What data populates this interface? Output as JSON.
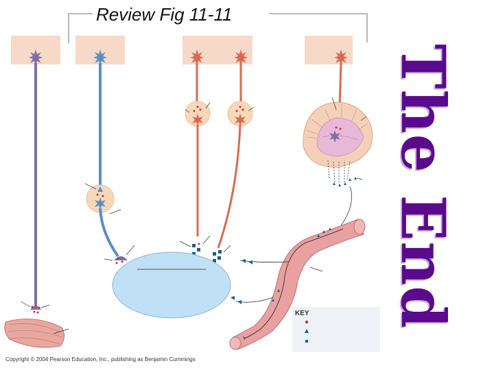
{
  "title": "Review Fig 11-11",
  "end_text": "The End",
  "key": {
    "label": "KEY"
  },
  "copyright": "Copyright © 2004 Pearson Education, Inc., publishing as Benjamin Cummings",
  "colors": {
    "somatic_neuron": "#7b6fa8",
    "parasympathetic_neuron": "#5b8fc4",
    "sympathetic_neuron": "#d86a52",
    "cns_box": "#f7d9c8",
    "target_organ": "#bfe0f5",
    "blood_vessel": "#e8a0a0",
    "ganglion": "#f8d8b8",
    "key_background": "#eef2f6",
    "end_text": "#5a0a8c"
  },
  "icons": [
    "neuron-body-icon",
    "triangle-receptor-icon",
    "square-receptor-icon",
    "dot-neurotransmitter-icon"
  ]
}
